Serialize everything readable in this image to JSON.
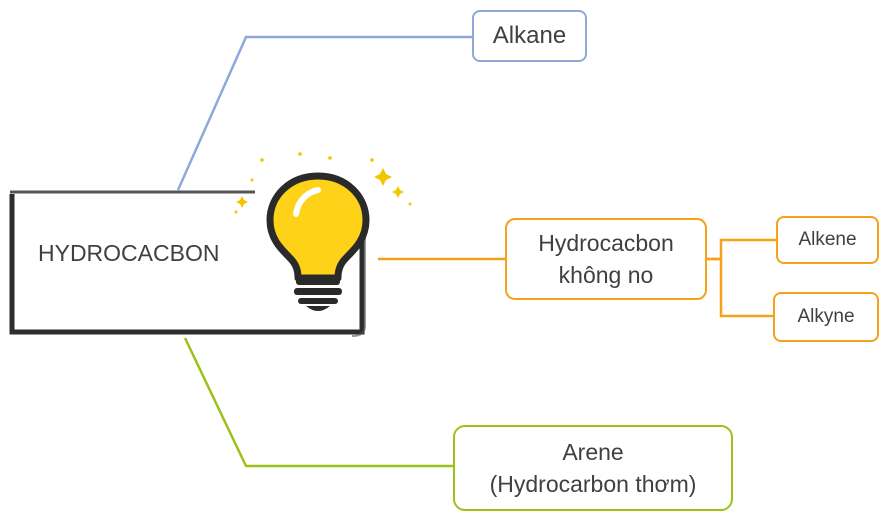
{
  "root": {
    "label": "HYDROCACBON",
    "icon": "lightbulb-icon"
  },
  "branches": {
    "alkane": {
      "label": "Alkane",
      "color": "#8fa8da"
    },
    "unsaturated": {
      "label": "Hydrocacbon\nkhông no",
      "color": "#f5a21b",
      "children": {
        "alkene": "Alkene",
        "alkyne": "Alkyne"
      }
    },
    "arene": {
      "label": "Arene\n(Hydrocarbon thơm)",
      "color": "#9cc21a"
    }
  }
}
